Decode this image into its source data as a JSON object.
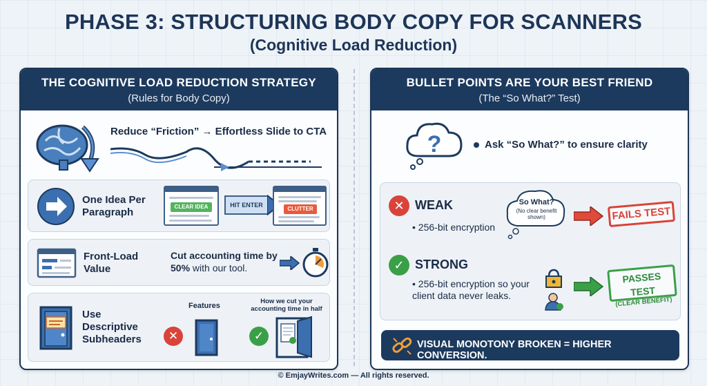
{
  "header": {
    "title": "PHASE 3: STRUCTURING BODY COPY FOR SCANNERS",
    "subtitle": "(Cognitive Load Reduction)"
  },
  "left_panel": {
    "heading": "THE COGNITIVE LOAD REDUCTION STRATEGY",
    "subheading": "(Rules for Body Copy)",
    "intro": "Reduce “Friction” → Effortless Slide to CTA",
    "rules": [
      {
        "label": "One Idea Per Paragraph",
        "clear_tag": "CLEAR IDEA",
        "action_label": "HIT ENTER",
        "clutter_tag": "CLUTTER"
      },
      {
        "label": "Front-Load Value",
        "example_pre": "Cut accounting time by",
        "example_bold": "50%",
        "example_post": "with our tool."
      },
      {
        "label": "Use Descriptive Subheaders",
        "bad_caption": "Features",
        "good_caption": "How we cut your accounting time in half"
      }
    ]
  },
  "right_panel": {
    "heading": "BULLET POINTS ARE YOUR BEST FRIEND",
    "subheading": "(The “So What?” Test)",
    "ask": "Ask “So What?” to ensure clarity",
    "weak": {
      "label": "WEAK",
      "bullet": "256-bit encryption",
      "thought_title": "So What?",
      "thought_note": "(No clear benefit shown)",
      "stamp": "FAILS TEST"
    },
    "strong": {
      "label": "STRONG",
      "bullet": "256-bit encryption so your client data never leaks.",
      "stamp_main": "PASSES TEST",
      "stamp_note": "(CLEAR BENEFIT)"
    },
    "footer": "VISUAL MONOTONY BROKEN = HIGHER CONVERSION."
  },
  "copyright": "© EmjayWrites.com — All rights reserved.",
  "icons": {
    "brain": "brain-icon",
    "arrow": "arrow-right-icon",
    "stopwatch": "stopwatch-icon",
    "door": "door-icon",
    "question": "question-cloud-icon",
    "lock": "lock-icon",
    "link": "broken-link-icon"
  },
  "colors": {
    "navy": "#1c3a5e",
    "weak_red": "#d9433a",
    "strong_green": "#3aa047",
    "accent_blue": "#3b6fb0"
  }
}
